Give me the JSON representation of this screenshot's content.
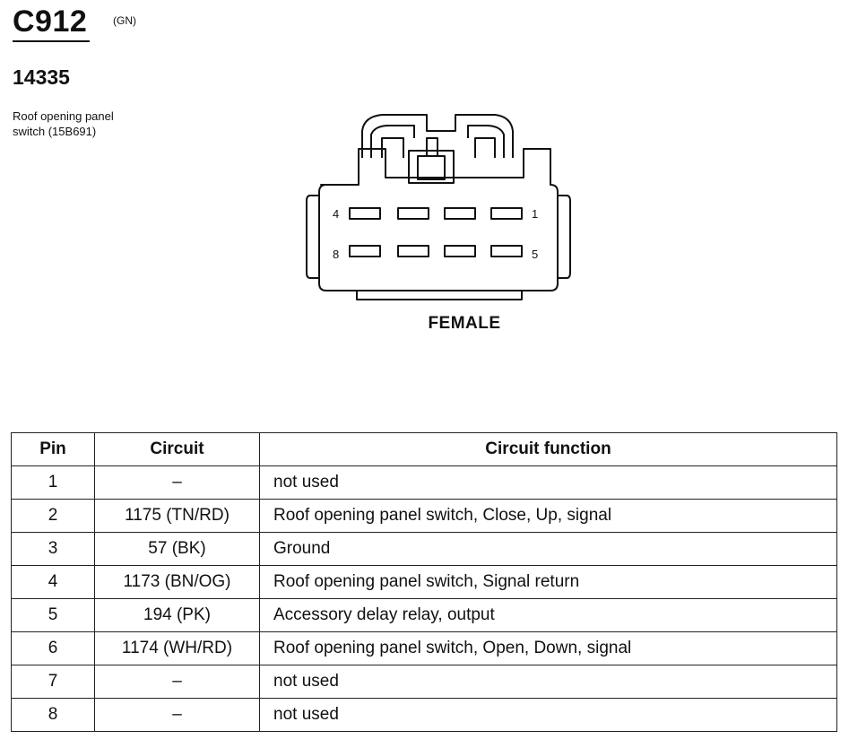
{
  "connector": {
    "id": "C912",
    "color_code": "(GN)",
    "part_number": "14335",
    "description_line1": "Roof opening panel",
    "description_line2": "switch (15B691)",
    "gender": "FEMALE"
  },
  "diagram": {
    "pin_label_4": "4",
    "pin_label_1": "1",
    "pin_label_8": "8",
    "pin_label_5": "5"
  },
  "table": {
    "headers": [
      "Pin",
      "Circuit",
      "Circuit function"
    ],
    "rows": [
      {
        "pin": "1",
        "circuit": "–",
        "function": "not used"
      },
      {
        "pin": "2",
        "circuit": "1175 (TN/RD)",
        "function": "Roof opening panel switch, Close, Up, signal"
      },
      {
        "pin": "3",
        "circuit": "57 (BK)",
        "function": "Ground"
      },
      {
        "pin": "4",
        "circuit": "1173 (BN/OG)",
        "function": "Roof opening panel switch, Signal return"
      },
      {
        "pin": "5",
        "circuit": "194 (PK)",
        "function": "Accessory delay relay, output"
      },
      {
        "pin": "6",
        "circuit": "1174 (WH/RD)",
        "function": "Roof opening panel switch, Open, Down, signal"
      },
      {
        "pin": "7",
        "circuit": "–",
        "function": "not used"
      },
      {
        "pin": "8",
        "circuit": "–",
        "function": "not used"
      }
    ]
  }
}
